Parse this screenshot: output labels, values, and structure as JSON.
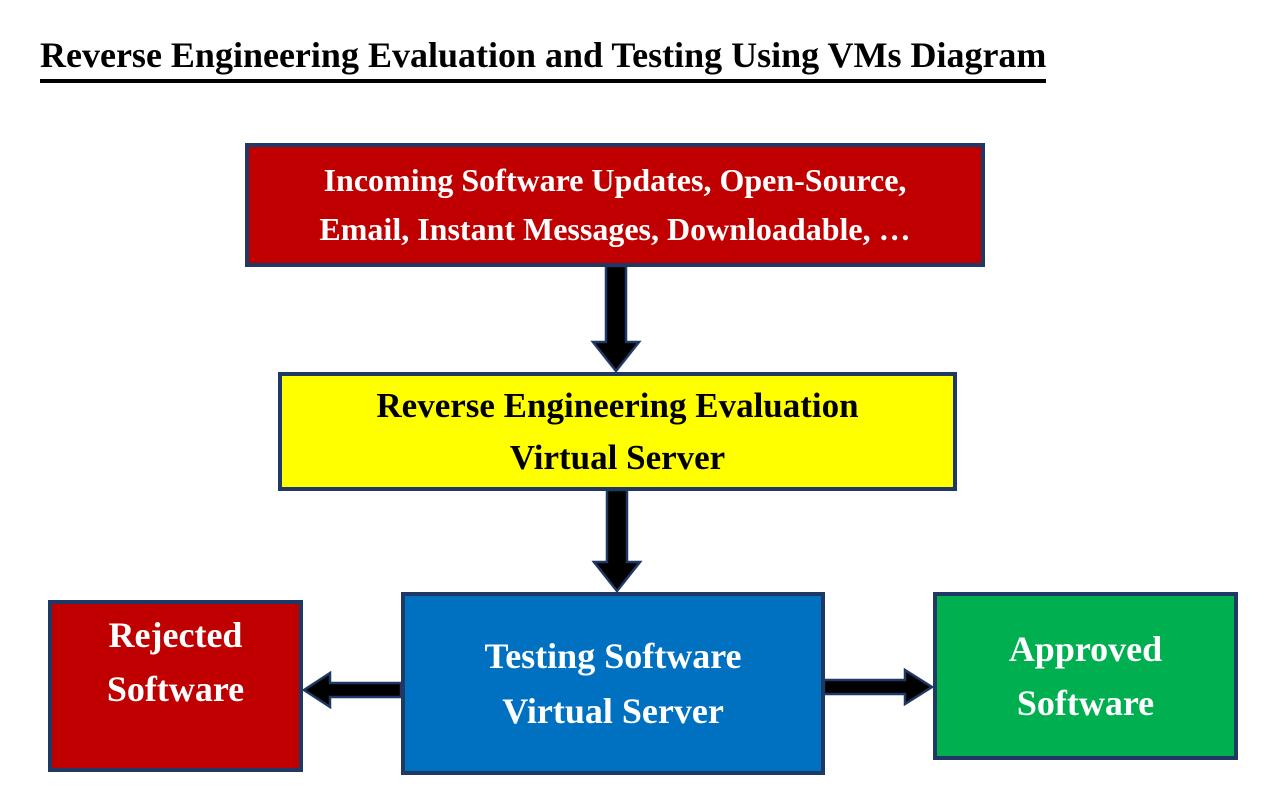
{
  "title": {
    "text": "Reverse Engineering Evaluation and Testing Using VMs Diagram"
  },
  "nodes": {
    "incoming": {
      "line1": "Incoming Software Updates, Open-Source,",
      "line2": "Email, Instant Messages, Downloadable, …",
      "fill": "#C00000",
      "text_color": "#FFFFFF"
    },
    "evaluation": {
      "line1": "Reverse Engineering Evaluation",
      "line2": "Virtual Server",
      "fill": "#FFFF00",
      "text_color": "#000000"
    },
    "testing": {
      "line1": "Testing Software",
      "line2": "Virtual Server",
      "fill": "#0070C0",
      "text_color": "#FFFFFF"
    },
    "rejected": {
      "line1": "Rejected",
      "line2": "Software",
      "fill": "#C00000",
      "text_color": "#FFFFFF"
    },
    "approved": {
      "line1": "Approved",
      "line2": "Software",
      "fill": "#00B050",
      "text_color": "#FFFFFF"
    }
  },
  "arrows": [
    {
      "from": "incoming",
      "to": "evaluation",
      "direction": "down"
    },
    {
      "from": "evaluation",
      "to": "testing",
      "direction": "down"
    },
    {
      "from": "testing",
      "to": "rejected",
      "direction": "left"
    },
    {
      "from": "testing",
      "to": "approved",
      "direction": "right"
    }
  ],
  "style": {
    "background": "#FFFFFF",
    "border_color": "#203864",
    "arrow_fill": "#000000",
    "title_color": "#000000"
  }
}
